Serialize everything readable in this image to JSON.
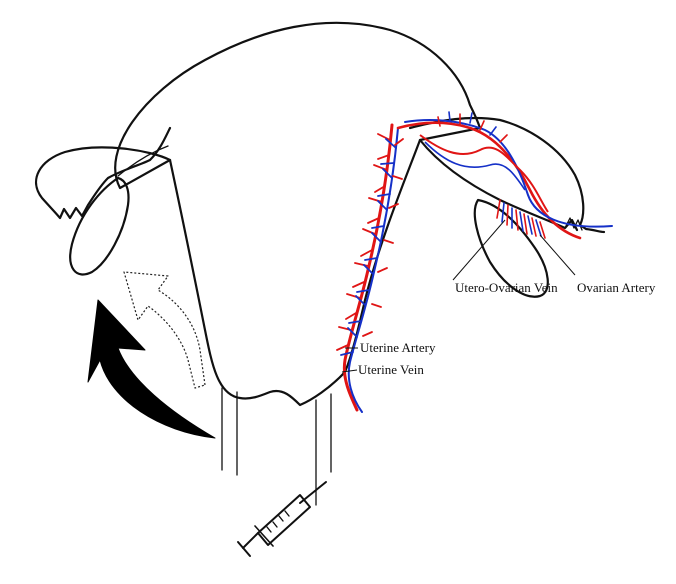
{
  "labels": {
    "utero_ovarian_vein": "Utero-Ovarian Vein",
    "ovarian_artery": "Ovarian Artery",
    "uterine_artery": "Uterine Artery",
    "uterine_vein": "Uterine Vein"
  },
  "colors": {
    "line": "#111111",
    "artery": "#e01515",
    "vein": "#1530c8",
    "arrow": "#000000"
  },
  "icons": {
    "rotation_arrow": "curved-arrow-icon",
    "dashed_arrow": "dashed-arrow-icon",
    "syringe": "syringe-icon"
  }
}
